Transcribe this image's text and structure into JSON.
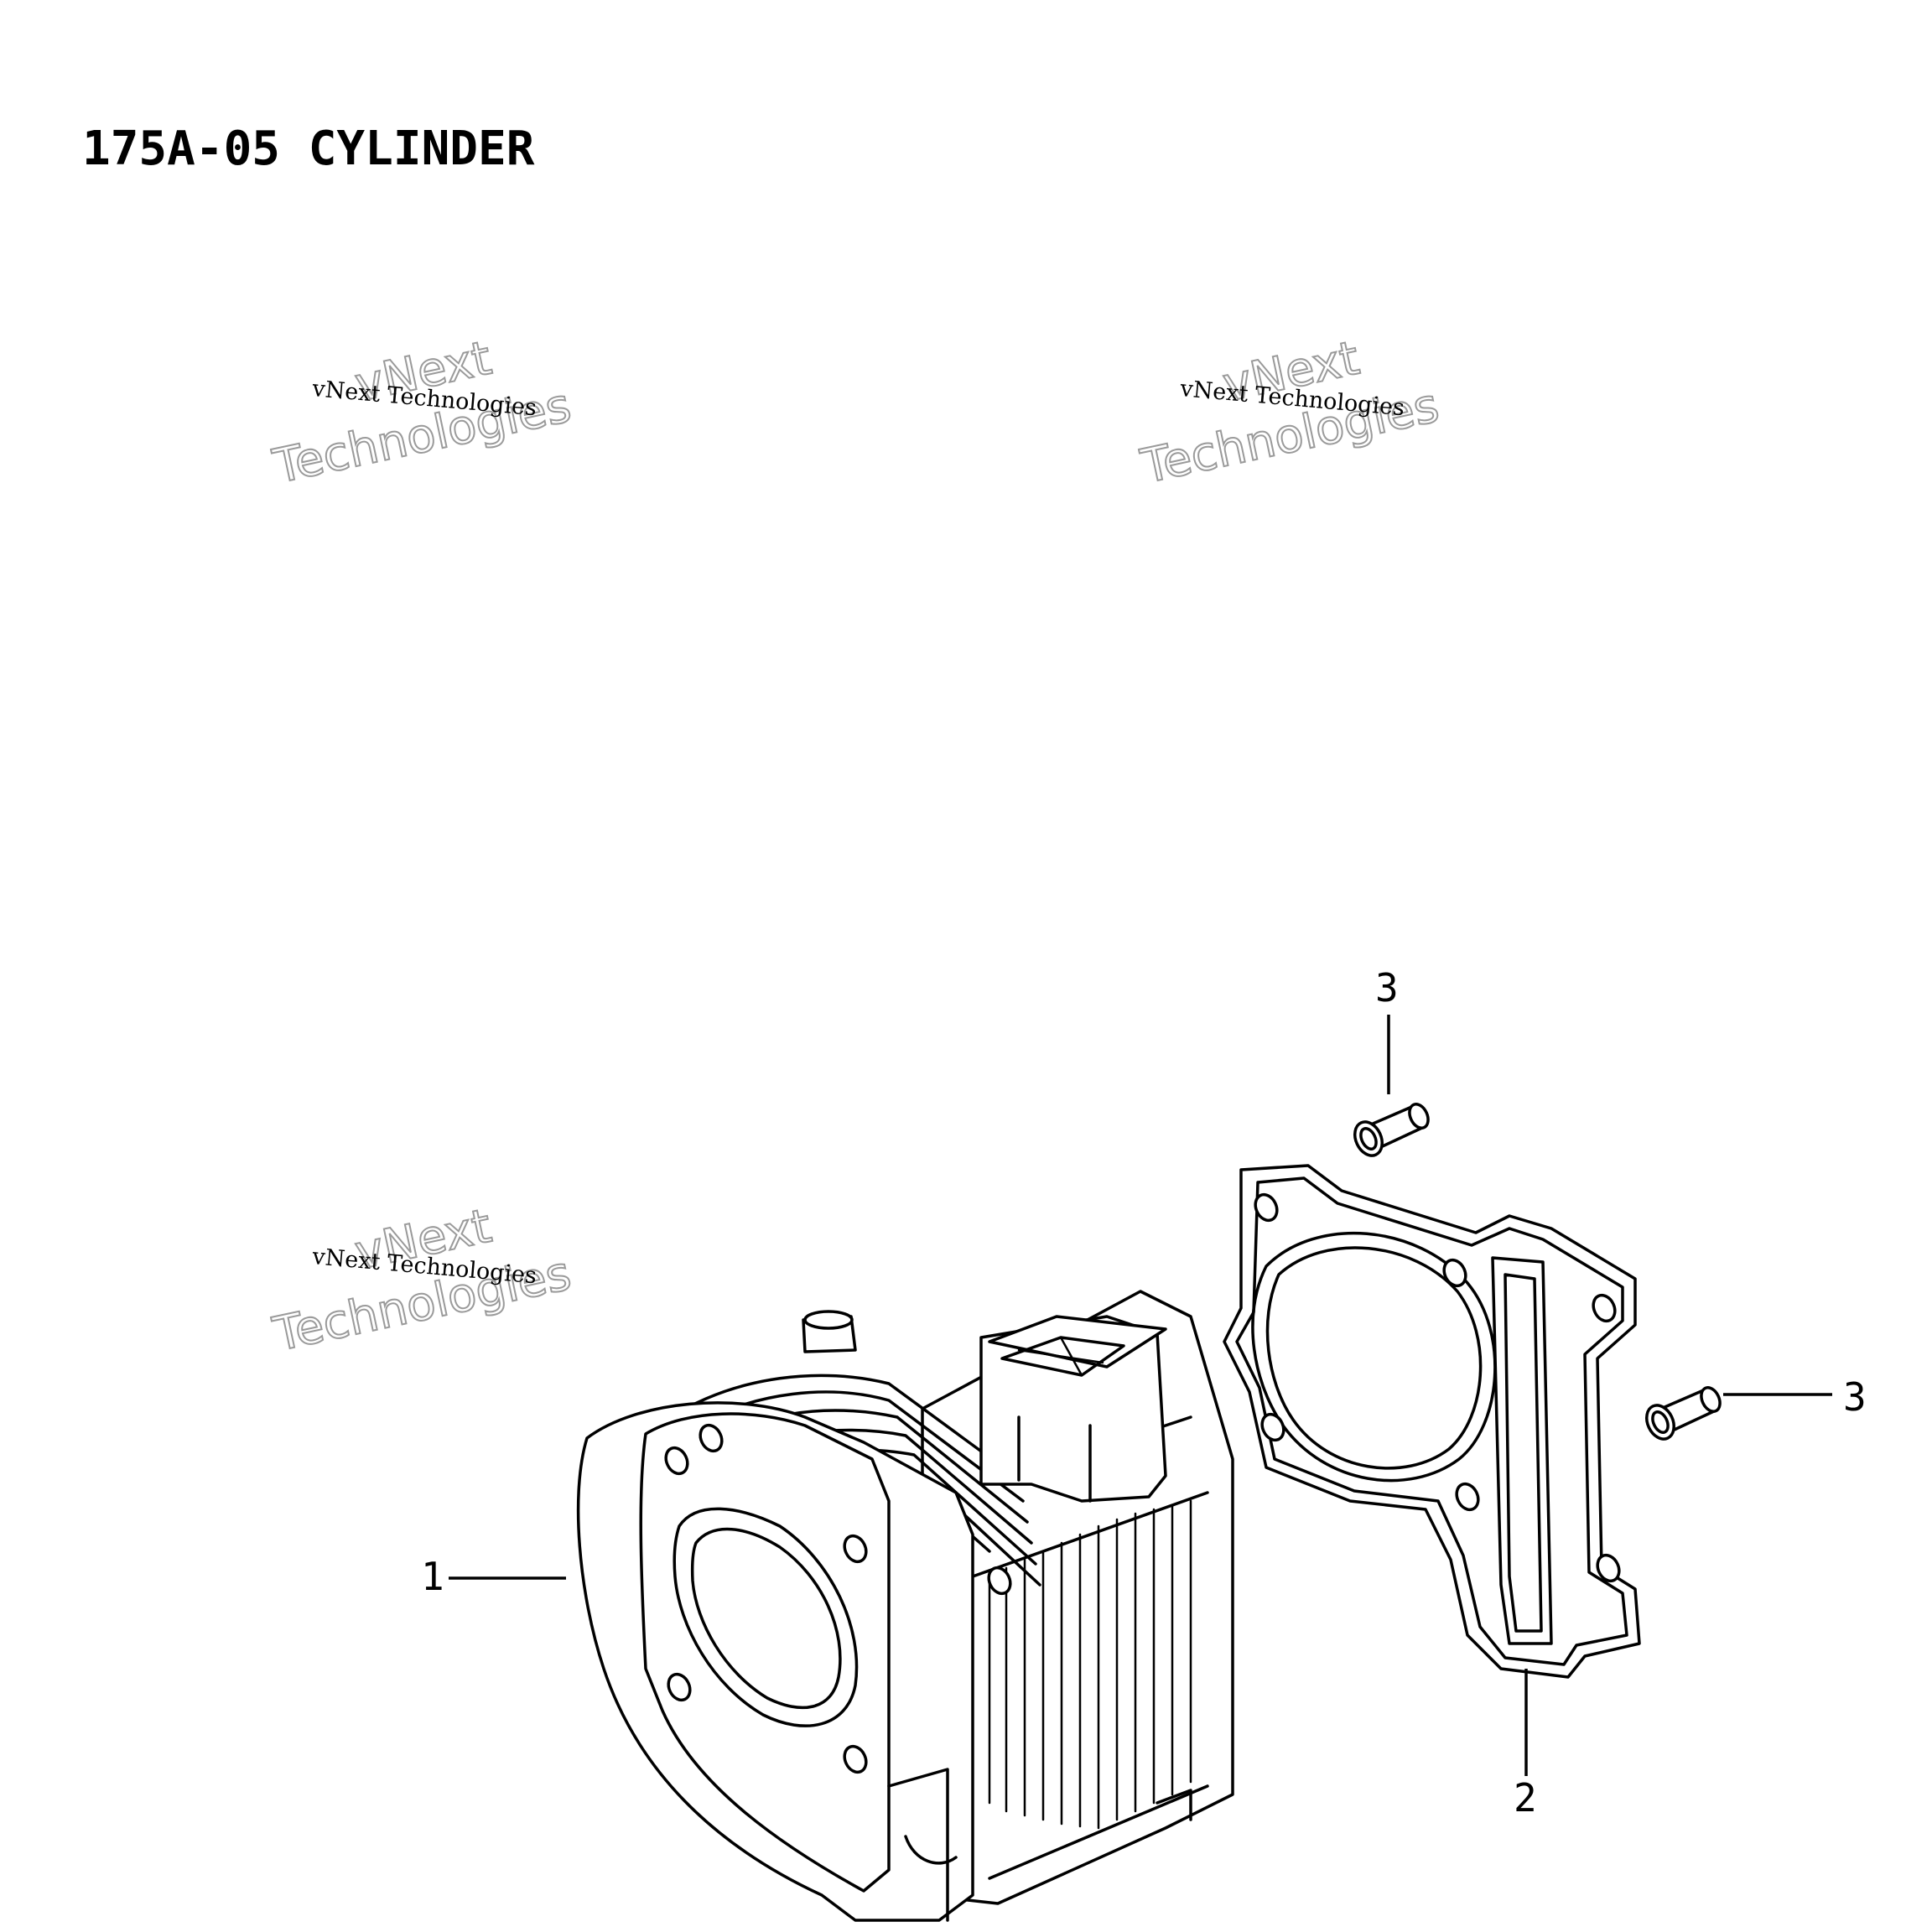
{
  "title": "175A-05 CYLINDER",
  "watermark": {
    "small": "vNext Technologies",
    "big_line1": "vNext",
    "big_line2": "Technologies"
  },
  "callouts": {
    "cylinder": "1",
    "gasket": "2",
    "pin_top": "3",
    "pin_right": "3"
  },
  "colors": {
    "line": "#000000",
    "background": "#ffffff",
    "watermark_outline": "#9a9a9a"
  }
}
